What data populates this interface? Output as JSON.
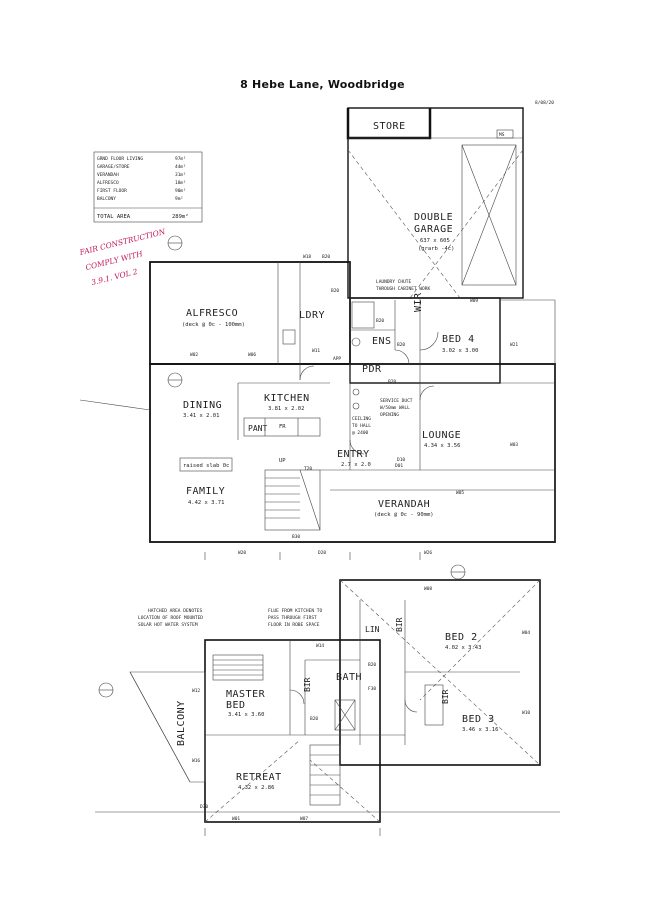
{
  "title": "8 Hebe Lane, Woodbridge",
  "corner_mark": "8/08/20",
  "area_schedule": {
    "rows": [
      {
        "label": "GRND FLOOR LIVING",
        "value": "97m²"
      },
      {
        "label": "GARAGE/STORE",
        "value": "44m²"
      },
      {
        "label": "VERANDAH",
        "value": "31m²"
      },
      {
        "label": "ALFRESCO",
        "value": "18m²"
      },
      {
        "label": "FIRST FLOOR",
        "value": "90m²"
      },
      {
        "label": "BALCONY",
        "value": "9m²"
      }
    ],
    "total_label": "TOTAL AREA",
    "total_value": "289m²"
  },
  "handwritten_note": [
    "FAIR CONSTRUCTION",
    "COMPLY WITH",
    "3.9.1. VOL 2"
  ],
  "ground_floor": {
    "store": "STORE",
    "garage": {
      "name": "DOUBLE GARAGE",
      "dims": "637 x 605",
      "note": "(grarb -4c)"
    },
    "laundry_chute": [
      "LAUNDRY CHUTE",
      "THROUGH CABINET WORK"
    ],
    "alfresco": {
      "name": "ALFRESCO",
      "note": "(deck @ 0c - 100mm)"
    },
    "ldry": "LDRY",
    "ens": "ENS",
    "wir": "WIR",
    "bed4": {
      "name": "BED 4",
      "dims": "3.02 x 3.00"
    },
    "pdr": "PDR",
    "app": "APP",
    "dining": {
      "name": "DINING",
      "dims": "3.41 x 2.01"
    },
    "kitchen": {
      "name": "KITCHEN",
      "dims": "3.81 x 2.02"
    },
    "pant": "PANT",
    "fr": "FR",
    "service_duct": [
      "SERVICE DUCT",
      "W/50mm WALL",
      "OPENING"
    ],
    "ceiling": [
      "CEILING",
      "TO HALL",
      "@ 2400"
    ],
    "lounge": {
      "name": "LOUNGE",
      "dims": "4.34 x 3.56"
    },
    "raised_slab": "raised slab 0c",
    "up": "UP",
    "entry": {
      "name": "ENTRY",
      "dims": "2.7 x 2.0"
    },
    "family": {
      "name": "FAMILY",
      "dims": "4.42 x 3.71"
    },
    "verandah": {
      "name": "VERANDAH",
      "note": "(deck @ 0c - 90mm)"
    },
    "codes": {
      "w18": "W18",
      "b20a": "B20",
      "b20b": "B20",
      "b20c": "B20",
      "b20d": "B20",
      "b20e": "B20",
      "ms": "MS",
      "w09": "W09",
      "w02": "W02",
      "w06": "W06",
      "w11": "W11",
      "w21": "W21",
      "w03": "W03",
      "w05": "W05",
      "d10": "D10",
      "d01": "D01",
      "t20": "T20",
      "d20": "D20",
      "w20": "W20",
      "b30": "B30",
      "w26": "W26"
    }
  },
  "first_floor": {
    "hatched_note": [
      "HATCHED AREA DENOTES",
      "LOCATION OF ROOF MOUNTED",
      "SOLAR HOT WATER SYSTEM"
    ],
    "flue_note": [
      "FLUE FROM KITCHEN TO",
      "PASS THROUGH FIRST",
      "FLOOR IN ROBE SPACE"
    ],
    "lin": "LIN",
    "bir_a": "BIR",
    "bed2": {
      "name": "BED 2",
      "dims": "4.02 x 3.43"
    },
    "balcony": "BALCONY",
    "master": {
      "name": "MASTER BED",
      "dims": "3.41 x 3.60"
    },
    "bir_b": "BIR",
    "bath": "BATH",
    "bir_c": "BIR",
    "bed3": {
      "name": "BED 3",
      "dims": "3.46 x 3.16"
    },
    "retreat": {
      "name": "RETREAT",
      "dims": "4.32 x 2.86"
    },
    "codes": {
      "w14": "W14",
      "b20": "B20",
      "b20b": "B20",
      "f30": "F30",
      "w08": "W08",
      "w04": "W04",
      "w10": "W10",
      "w12": "W12",
      "w01": "W01",
      "w07": "W07",
      "w16": "W16",
      "d30": "D30"
    }
  }
}
